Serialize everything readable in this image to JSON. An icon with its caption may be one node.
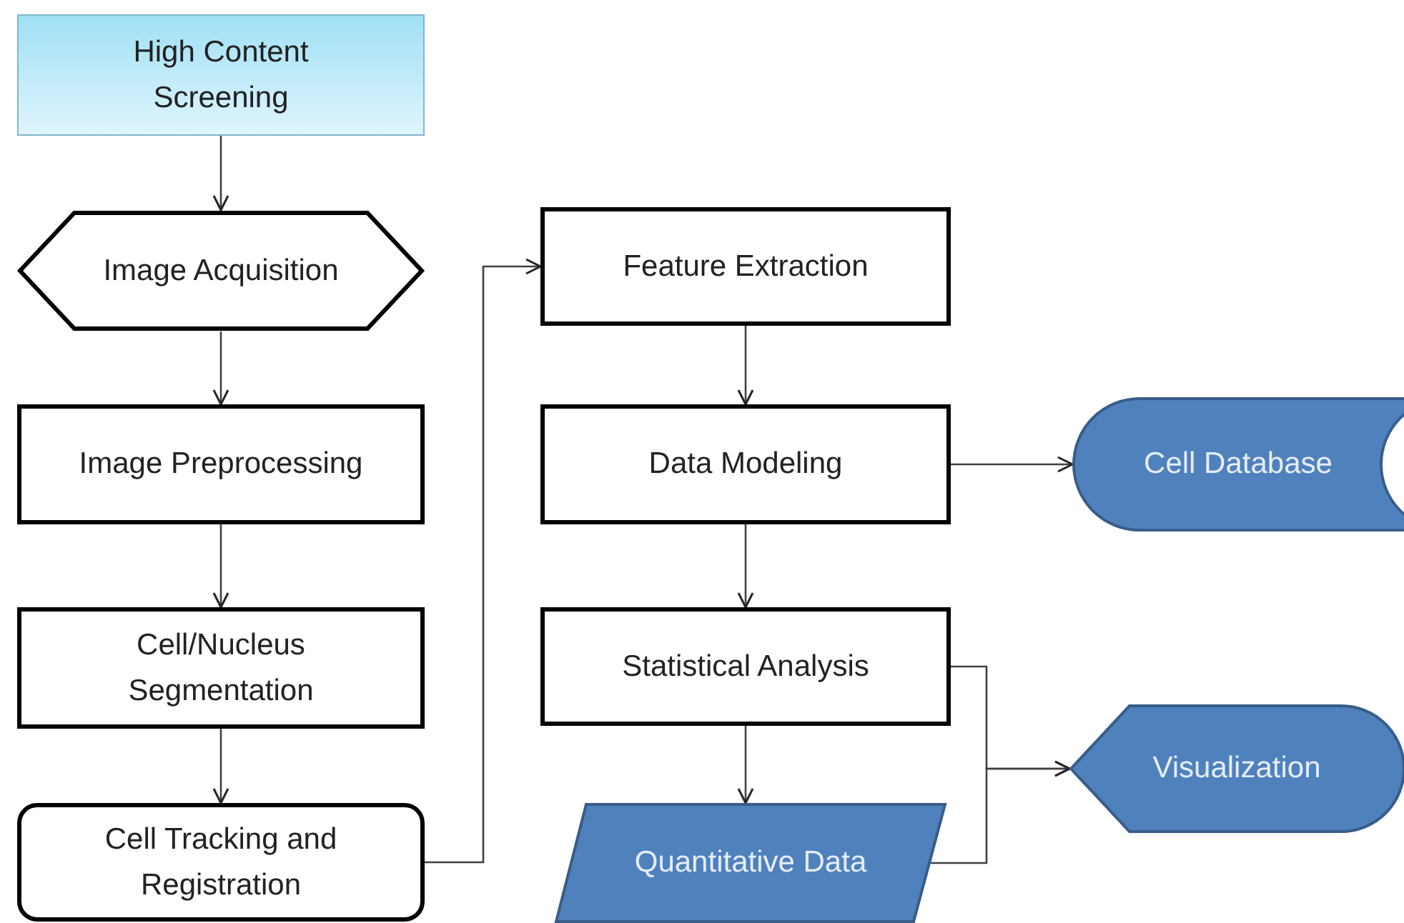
{
  "diagram": {
    "nodes": [
      {
        "text": [
          "High Content Screening"
        ]
      },
      {
        "text": [
          "Image Acquisition"
        ]
      },
      {
        "text": [
          "Image Preprocessing"
        ]
      },
      {
        "text": [
          "Cell/Nucleus Segmentation"
        ]
      },
      {
        "text": [
          "Cell Tracking and Registration"
        ]
      },
      {
        "text": [
          "Feature Extraction"
        ]
      },
      {
        "text": [
          "Data Modeling"
        ]
      },
      {
        "text": [
          "Cell Database"
        ]
      },
      {
        "text": [
          "Statistical Analysis"
        ]
      },
      {
        "text": [
          "Quantitative Data"
        ]
      },
      {
        "text": [
          "Visualization"
        ]
      }
    ],
    "edges": [
      {
        "from": 0,
        "to": 1,
        "arrow": "to"
      },
      {
        "from": 1,
        "to": 2,
        "arrow": "to"
      },
      {
        "from": 2,
        "to": 3,
        "arrow": "to"
      },
      {
        "from": 3,
        "to": 4,
        "arrow": "to"
      },
      {
        "from": 4,
        "to": 5,
        "arrow": "to"
      },
      {
        "from": 5,
        "to": 6,
        "arrow": "to"
      },
      {
        "from": 6,
        "to": 7,
        "arrow": "to"
      },
      {
        "from": 6,
        "to": 8,
        "arrow": "to"
      },
      {
        "from": 8,
        "to": 9,
        "arrow": "to"
      },
      {
        "from": 8,
        "to": 10,
        "arrow": "to"
      },
      {
        "from": 9,
        "to": 10,
        "arrow": "to"
      }
    ]
  }
}
